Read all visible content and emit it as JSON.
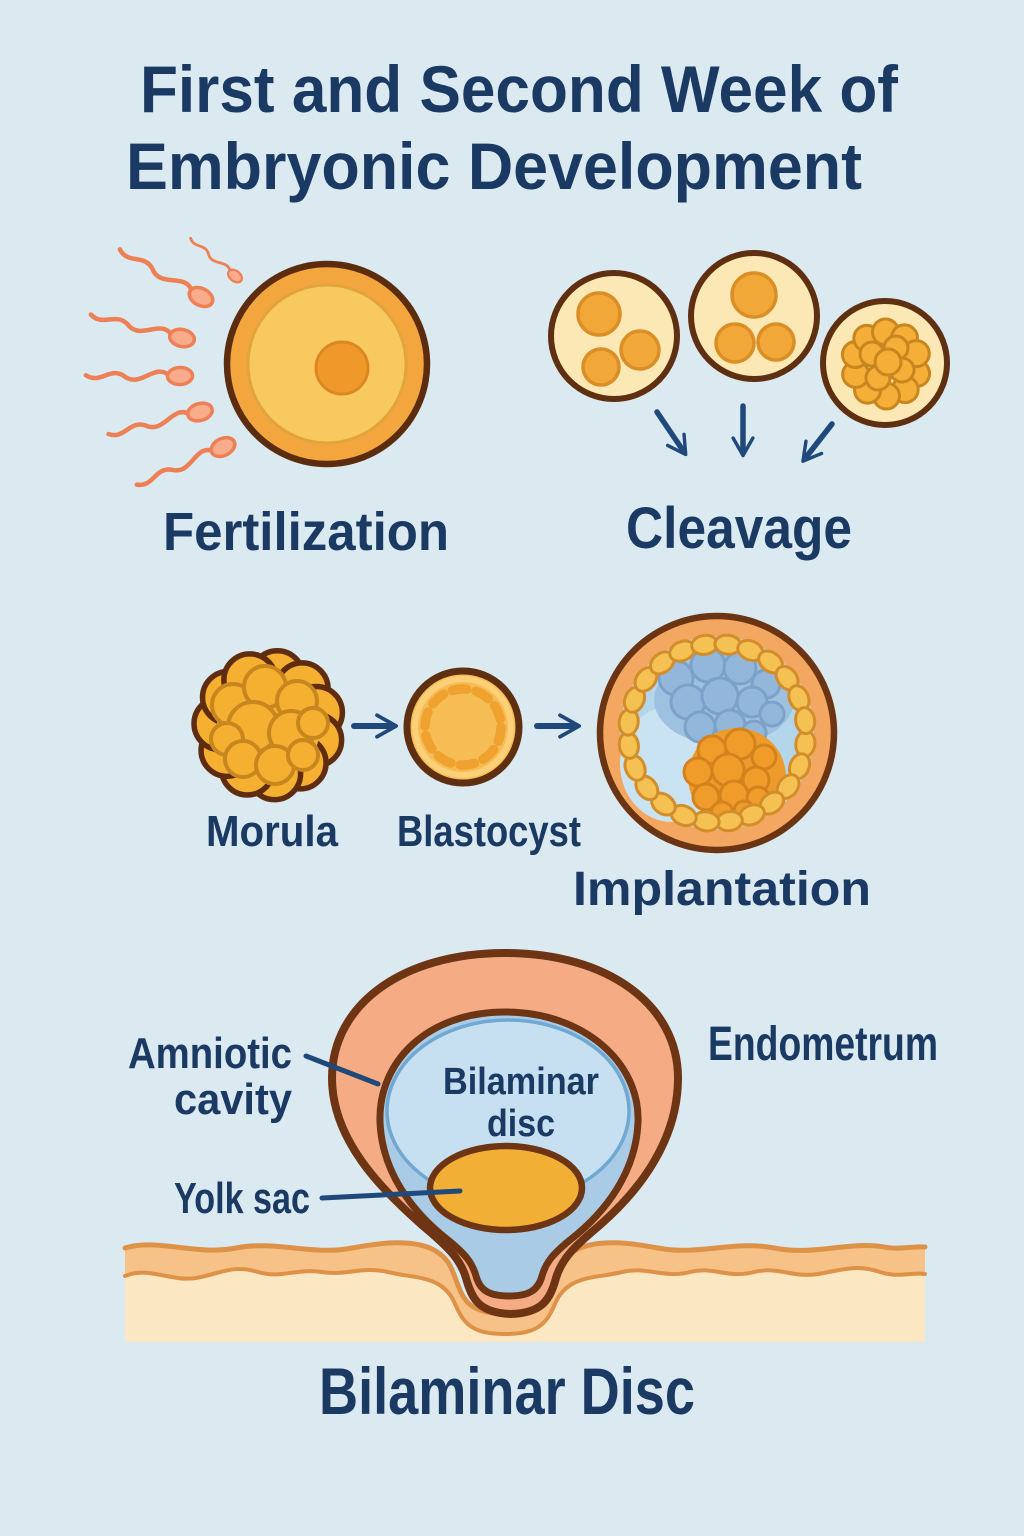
{
  "title": {
    "line1": "First and Second Week of",
    "line2": "Embryonic Development"
  },
  "stages": {
    "fertilization": "Fertilization",
    "cleavage": "Cleavage",
    "morula": "Morula",
    "blastocyst": "Blastocyst",
    "implantation": "Implantation"
  },
  "bilaminar_diagram": {
    "heading": "Bilaminar Disc",
    "amniotic_cavity_line1": "Amniotic",
    "amniotic_cavity_line2": "cavity",
    "endometrium_label": "Endometrum",
    "yolk_sac_label": "Yolk sac",
    "disc_label_line1": "Bilaminar",
    "disc_label_line2": "disc"
  },
  "colors": {
    "background": "#DBE9F1",
    "text_navy": "#1B3A63",
    "arrow_navy": "#20497B",
    "egg_orange": "#F4A63E",
    "egg_inner_yellow": "#F8C95F",
    "nucleus_orange": "#F0992B",
    "dark_cell_border": "#5E2F10",
    "sperm_salmon": "#ED8054",
    "cleavage_cream": "#FBE8B4",
    "cell_orange": "#F2A838",
    "morula_gold": "#F5B031",
    "blastocyst_gold": "#F7BD55",
    "implantation_peach": "#F3A760",
    "trophoblast_gold": "#F5C153",
    "inner_mass_blue": "#92B7DB",
    "inner_mass_orange": "#F09C2A",
    "cavity_blue": "#B4D6EB",
    "teardrop_peach": "#F5AC85",
    "teardrop_border": "#6E3514",
    "amnion_blue": "#A9CBE5",
    "amnion_light_blue": "#C6DFF1",
    "yolk_gold": "#F1AF35",
    "endometrium_band": "#F6C288",
    "endometrium_cream": "#FBE8C3",
    "endometrium_line": "#DD9248"
  }
}
